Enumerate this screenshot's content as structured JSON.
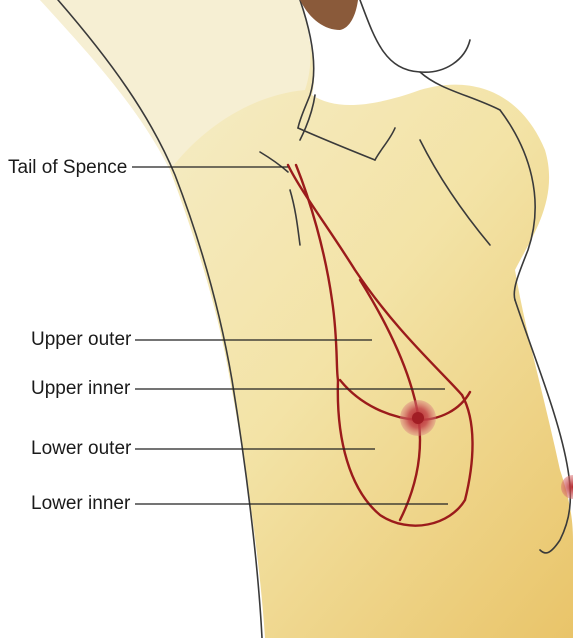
{
  "labels": {
    "tail_of_spence": "Tail of Spence",
    "upper_outer": "Upper outer",
    "upper_inner": "Upper inner",
    "lower_outer": "Lower outer",
    "lower_inner": "Lower inner"
  },
  "colors": {
    "skin_light": "#f4eccc",
    "skin_warm": "#f1d98a",
    "skin_shadow": "#e8c870",
    "body_outline": "#3a3a3a",
    "quadrant_line": "#9b1b1b",
    "nipple": "#b3262c",
    "leader_line": "#222222",
    "hair": "#8a5a3a"
  }
}
